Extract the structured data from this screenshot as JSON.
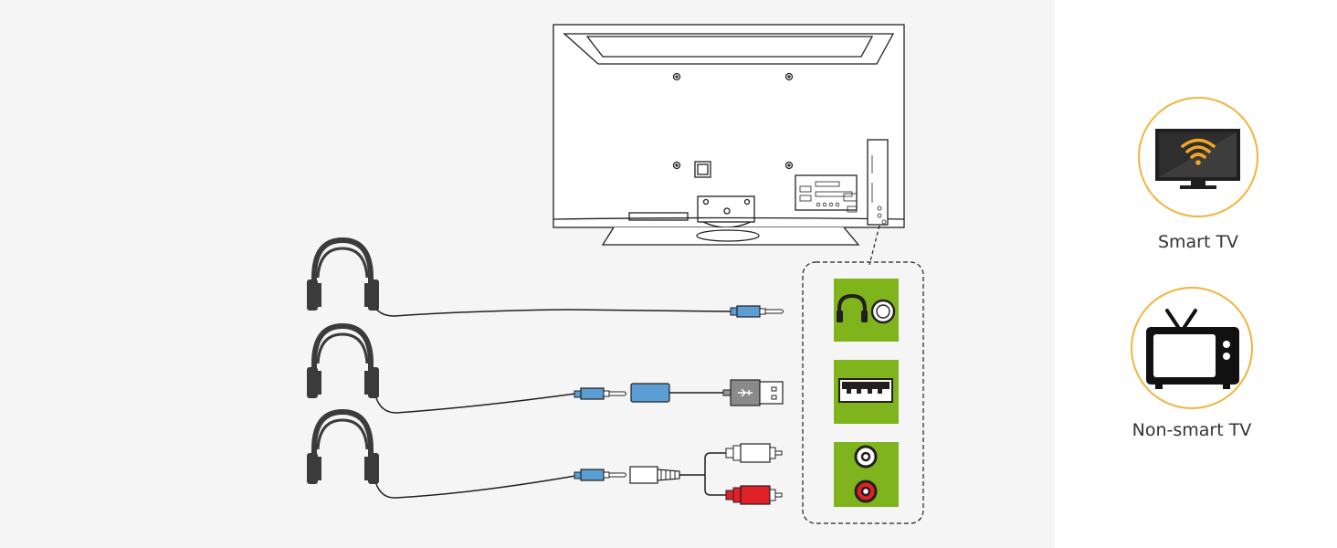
{
  "colors": {
    "panel_bg": "#f5f5f5",
    "port_green": "#7fb41c",
    "plug_blue": "#5a9ed3",
    "rca_red": "#e02027",
    "accent_orange": "#f5a623",
    "ring_gold": "#f2b43c",
    "outline": "#231f20"
  },
  "connection_options": [
    {
      "headphone": "headphone-icon",
      "cable": "3.5mm-plug",
      "port": "headphone-jack-port"
    },
    {
      "headphone": "headphone-icon",
      "cable": "usb-adapter",
      "port": "usb-port"
    },
    {
      "headphone": "headphone-icon",
      "cable": "rca-adapter",
      "port": "rca-port"
    }
  ],
  "tv_types": {
    "smart": {
      "label": "Smart TV",
      "icon": "wifi-tv-icon"
    },
    "non_smart": {
      "label": "Non-smart TV",
      "icon": "crt-tv-icon"
    }
  }
}
